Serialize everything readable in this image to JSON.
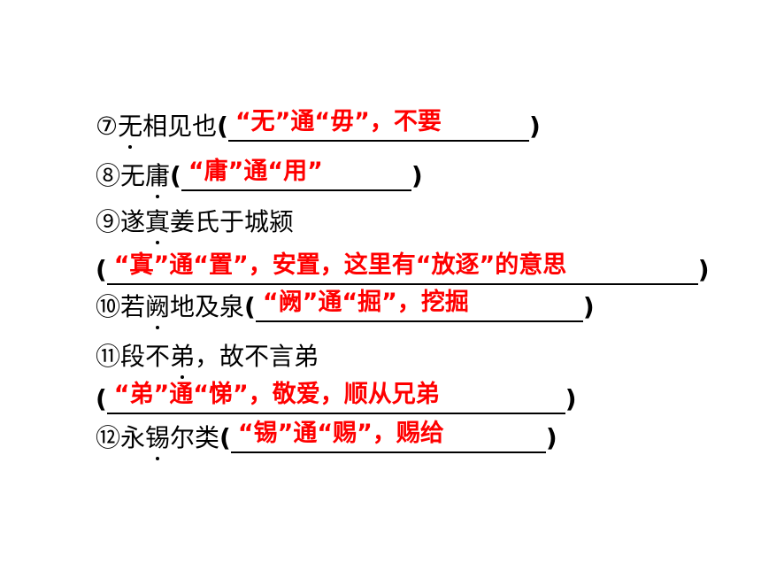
{
  "items": [
    {
      "before": "⑦",
      "dot": "无",
      "after": "相见也",
      "open": "(",
      "answer": "“无”通“毋”，不要",
      "close": ")"
    },
    {
      "before": "⑧无",
      "dot": "庸",
      "after": "",
      "open": "(",
      "answer": "“庸”通“用”",
      "close": ")"
    },
    {
      "before": "⑨遂",
      "dot": "寘",
      "after": "姜氏于城颍"
    },
    {
      "open": "(",
      "answer": "“寘”通“置”，安置，这里有“放逐”的意思",
      "close": ")"
    },
    {
      "before": "⑩若",
      "dot": "阙",
      "after": "地及泉",
      "open": "(",
      "answer": "“阙”通“掘”，挖掘",
      "close": ")"
    },
    {
      "before": "⑪段不",
      "dot": "弟",
      "after": "，故不言弟"
    },
    {
      "open": "(",
      "answer": "“弟”通“悌”，敬爱，顺从兄弟",
      "close": ")"
    },
    {
      "before": "⑫永",
      "dot": "锡",
      "after": "尔类",
      "open": "(",
      "answer": "“锡”通“赐”，赐给",
      "close": ")"
    }
  ]
}
